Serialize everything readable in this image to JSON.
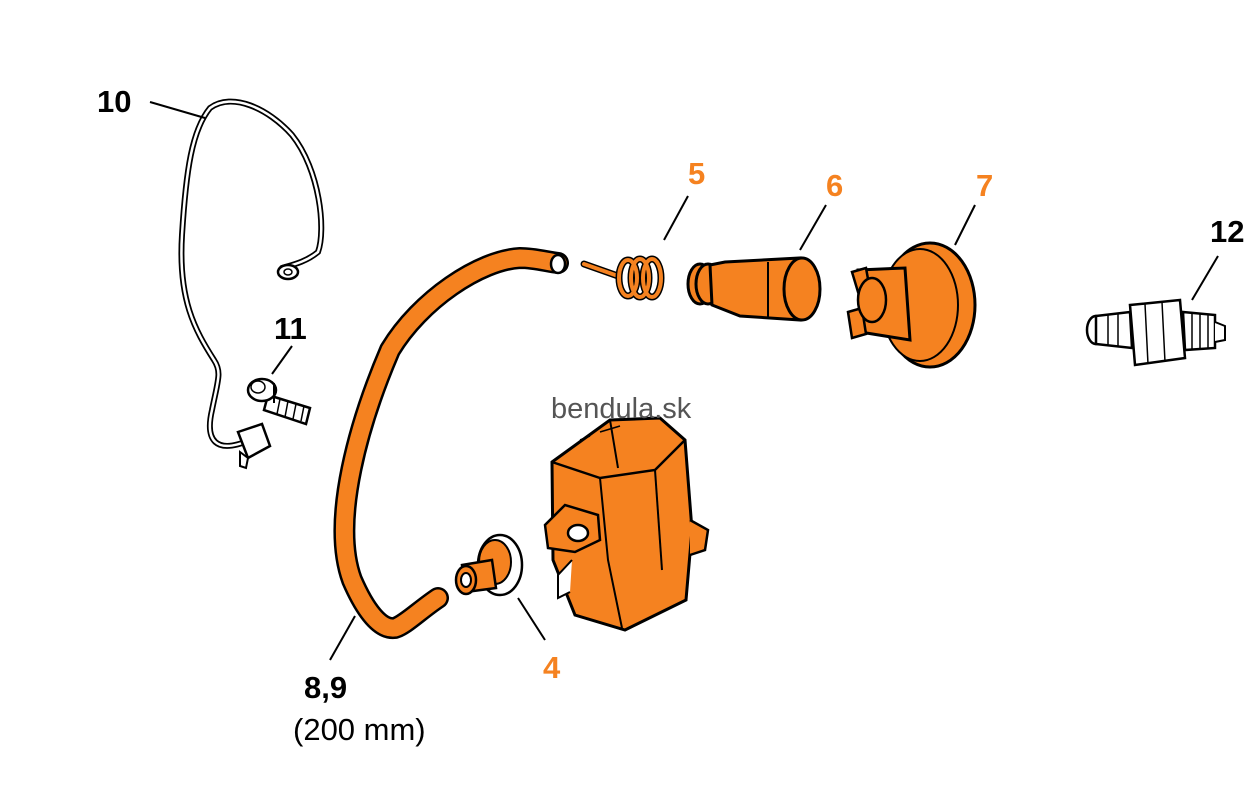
{
  "colors": {
    "part_fill": "#f58220",
    "outline": "#000000",
    "orange_label": "#f58220",
    "black_label": "#000000",
    "watermark": "#555555"
  },
  "watermark": "bendula.sk",
  "labels": {
    "p10": "10",
    "p11": "11",
    "p5": "5",
    "p6": "6",
    "p7": "7",
    "p12": "12",
    "p4": "4",
    "p8_9": "8,9",
    "p8_9_note": "(200 mm)"
  }
}
